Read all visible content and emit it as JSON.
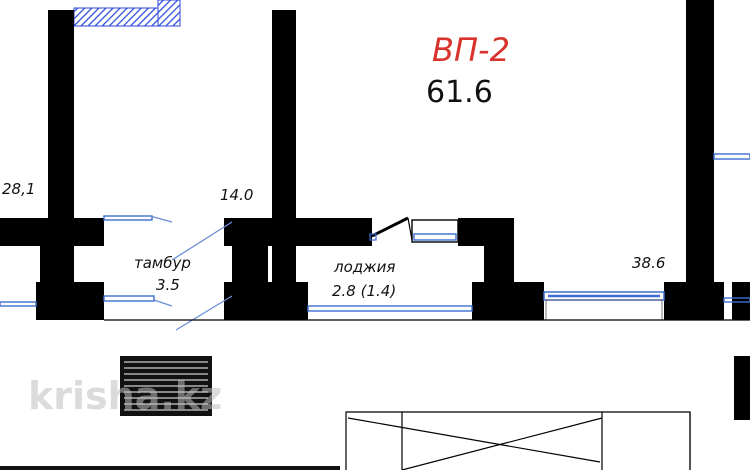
{
  "plan": {
    "title": "ВП-2",
    "total_area": "61.6",
    "labels": {
      "area_28": "28,1",
      "area_14": "14.0",
      "vestibule_name": "тамбур",
      "vestibule_area": "3.5",
      "loggia_name": "лоджия",
      "loggia_area": "2.8 (1.4)",
      "area_38": "38.6"
    },
    "watermark": "krisha.kz"
  },
  "colors": {
    "title": "#d8322c",
    "walls": "#000000",
    "windows": "#3d6fd1",
    "hatch": "#2b4ad8"
  }
}
